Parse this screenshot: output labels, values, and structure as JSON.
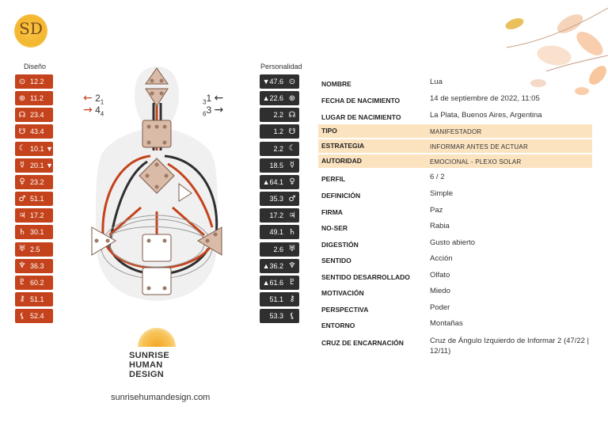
{
  "logo": {
    "initials": "SD",
    "brand_lines": [
      "SUNRISE",
      "HUMAN",
      "DESIGN"
    ],
    "website": "sunrisehumandesign.com"
  },
  "design": {
    "heading": "Diseño",
    "planets": [
      {
        "symbol": "⊙",
        "value": "12.2",
        "mark": ""
      },
      {
        "symbol": "⊕",
        "value": "11.2",
        "mark": ""
      },
      {
        "symbol": "☊",
        "value": "23.4",
        "mark": ""
      },
      {
        "symbol": "☋",
        "value": "43.4",
        "mark": ""
      },
      {
        "symbol": "☾",
        "value": "10.1",
        "mark": "▼"
      },
      {
        "symbol": "☿",
        "value": "20.1",
        "mark": "▼"
      },
      {
        "symbol": "♀",
        "value": "23.2",
        "mark": ""
      },
      {
        "symbol": "♂",
        "value": "51.1",
        "mark": ""
      },
      {
        "symbol": "♃",
        "value": "17.2",
        "mark": ""
      },
      {
        "symbol": "♄",
        "value": "30.1",
        "mark": ""
      },
      {
        "symbol": "♅",
        "value": "2.5",
        "mark": ""
      },
      {
        "symbol": "♆",
        "value": "36.3",
        "mark": ""
      },
      {
        "symbol": "♇",
        "value": "60.2",
        "mark": ""
      },
      {
        "symbol": "⚷",
        "value": "51.1",
        "mark": ""
      },
      {
        "symbol": "⚸",
        "value": "52.4",
        "mark": ""
      }
    ],
    "arrows": [
      {
        "arrow": "←",
        "digits": "2",
        "sub": "1"
      },
      {
        "arrow": "→",
        "digits": "4",
        "sub": "4"
      }
    ]
  },
  "personality": {
    "heading": "Personalidad",
    "planets": [
      {
        "symbol": "⊙",
        "value": "47.6",
        "mark": "▼"
      },
      {
        "symbol": "⊕",
        "value": "22.6",
        "mark": "▲"
      },
      {
        "symbol": "☊",
        "value": "2.2",
        "mark": ""
      },
      {
        "symbol": "☋",
        "value": "1.2",
        "mark": ""
      },
      {
        "symbol": "☾",
        "value": "2.2",
        "mark": ""
      },
      {
        "symbol": "☿",
        "value": "18.5",
        "mark": ""
      },
      {
        "symbol": "♀",
        "value": "64.1",
        "mark": "▲"
      },
      {
        "symbol": "♂",
        "value": "35.3",
        "mark": ""
      },
      {
        "symbol": "♃",
        "value": "17.2",
        "mark": ""
      },
      {
        "symbol": "♄",
        "value": "49.1",
        "mark": ""
      },
      {
        "symbol": "♅",
        "value": "2.6",
        "mark": ""
      },
      {
        "symbol": "♆",
        "value": "36.2",
        "mark": "▲"
      },
      {
        "symbol": "♇",
        "value": "61.6",
        "mark": "▲"
      },
      {
        "symbol": "⚷",
        "value": "51.1",
        "mark": ""
      },
      {
        "symbol": "⚸",
        "value": "53.3",
        "mark": ""
      }
    ],
    "arrows": [
      {
        "sub": "3",
        "digits": "1",
        "arrow": "←"
      },
      {
        "sub": "6",
        "digits": "3",
        "arrow": "→"
      }
    ]
  },
  "profile": [
    {
      "label": "NOMBRE",
      "value": "Lua",
      "highlight": false
    },
    {
      "label": "FECHA DE NACIMIENTO",
      "value": "14 de septiembre de 2022, 11:05",
      "highlight": false
    },
    {
      "label": "LUGAR DE NACIMIENTO",
      "value": "La Plata, Buenos Aires, Argentina",
      "highlight": false
    },
    {
      "label": "TIPO",
      "value": "MANIFESTADOR",
      "highlight": true
    },
    {
      "label": "ESTRATEGIA",
      "value": "INFORMAR ANTES DE ACTUAR",
      "highlight": true
    },
    {
      "label": "AUTORIDAD",
      "value": "EMOCIONAL - PLEXO SOLAR",
      "highlight": true
    },
    {
      "label": "PERFIL",
      "value": "6 / 2",
      "highlight": false
    },
    {
      "label": "DEFINICIÓN",
      "value": "Simple",
      "highlight": false
    },
    {
      "label": "FIRMA",
      "value": "Paz",
      "highlight": false
    },
    {
      "label": "NO-SER",
      "value": "Rabia",
      "highlight": false
    },
    {
      "label": "DIGESTIÓN",
      "value": "Gusto abierto",
      "highlight": false
    },
    {
      "label": "SENTIDO",
      "value": "Acción",
      "highlight": false
    },
    {
      "label": "SENTIDO DESARROLLADO",
      "value": "Olfato",
      "highlight": false
    },
    {
      "label": "MOTIVACIÓN",
      "value": "Miedo",
      "highlight": false
    },
    {
      "label": "PERSPECTIVA",
      "value": "Poder",
      "highlight": false
    },
    {
      "label": "ENTORNO",
      "value": "Montañas",
      "highlight": false
    },
    {
      "label": "CRUZ DE ENCARNACIÓN",
      "value": "Cruz de Ángulo Izquierdo de Informar 2 (47/22 | 12/11)",
      "highlight": false
    }
  ],
  "colors": {
    "design": "#c4431c",
    "personality": "#2f2f2f",
    "center_defined": "#d9bba8",
    "highlight": "#fbe3c0"
  }
}
